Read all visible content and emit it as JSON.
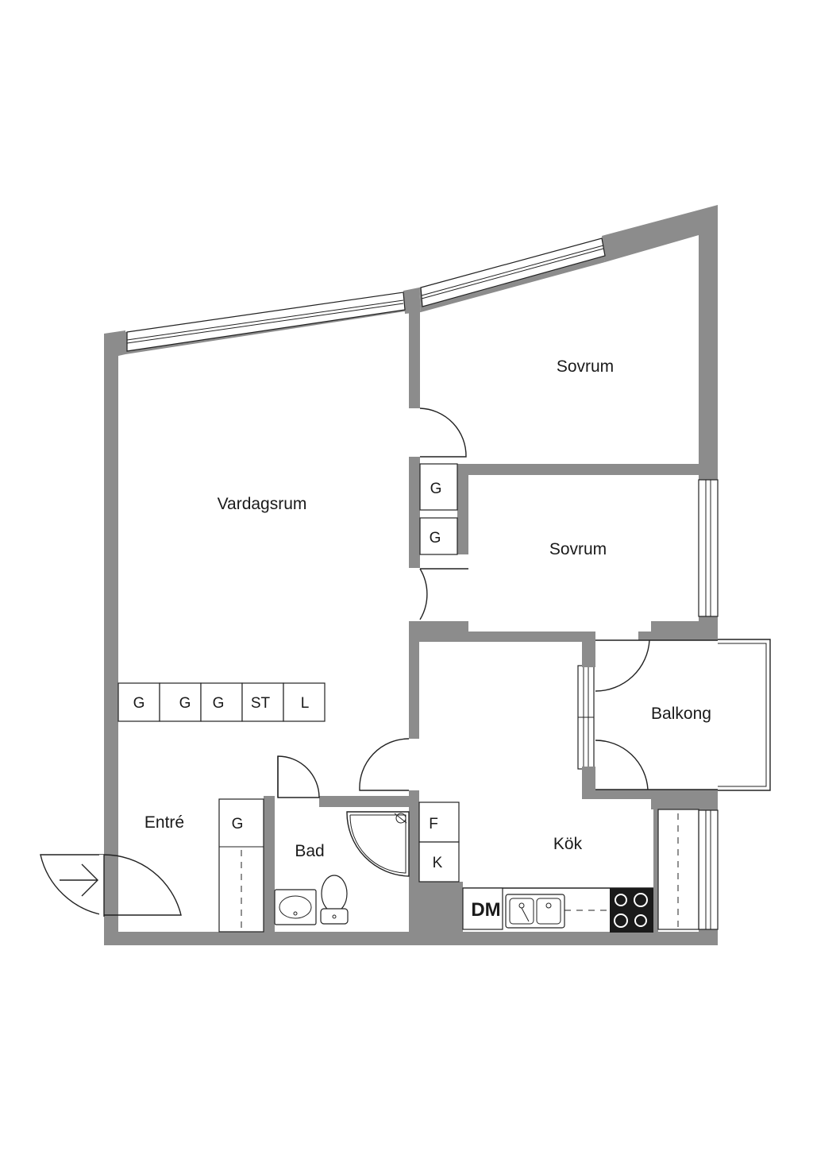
{
  "rooms": {
    "vardagsrum": "Vardagsrum",
    "sovrum_1": "Sovrum",
    "sovrum_2": "Sovrum",
    "balkong": "Balkong",
    "kok": "Kök",
    "bad": "Bad",
    "entre": "Entré"
  },
  "closets": {
    "hall_row": [
      "G",
      "G",
      "G",
      "ST",
      "L"
    ],
    "corridor_upper": "G",
    "corridor_lower": "G",
    "entre": "G",
    "fridge": "F",
    "freezer": "K",
    "dishwasher": "DM"
  },
  "colors": {
    "wall": "#8c8c8c",
    "line": "#222222",
    "background": "#ffffff"
  }
}
